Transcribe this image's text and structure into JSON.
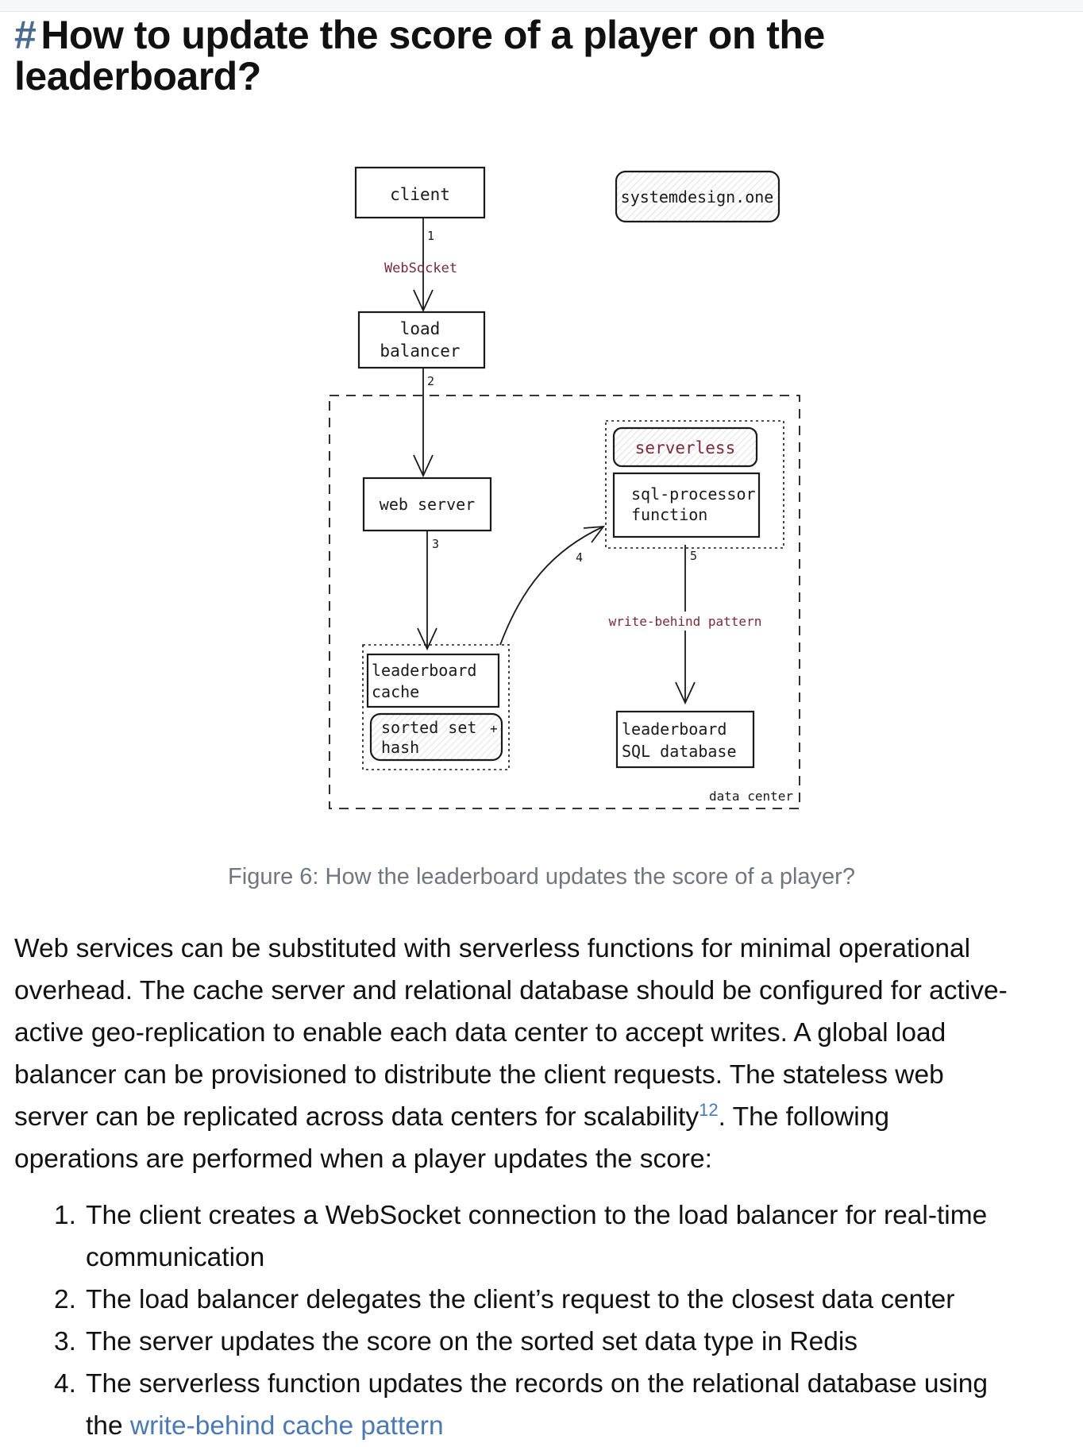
{
  "heading": {
    "hash": "#",
    "title_line1": "How to update the score of a player on the",
    "title_line2": "leaderboard?"
  },
  "diagram": {
    "client": "client",
    "websocket": "WebSocket",
    "load_balancer_1": "load",
    "load_balancer_2": "balancer",
    "web_server": "web server",
    "cache_1": "leaderboard",
    "cache_2": "cache",
    "sorted_set_1": "sorted set",
    "sorted_set_plus": "+",
    "sorted_set_2": "hash",
    "brand": "systemdesign.one",
    "serverless": "serverless",
    "sql_processor_1": "sql-processor",
    "sql_processor_2": "function",
    "write_behind": "write-behind pattern",
    "database_1": "leaderboard",
    "database_2": "SQL database",
    "data_center": "data center",
    "step_1": "1",
    "step_2": "2",
    "step_3": "3",
    "step_4": "4",
    "step_5": "5"
  },
  "caption": "Figure 6: How the leaderboard updates the score of a player?",
  "paragraph": {
    "line1": "Web services can be substituted with serverless functions for minimal operational",
    "line2": "overhead. The cache server and relational database should be configured for active-",
    "line3": "active geo-replication to enable each data center to accept writes. A global load",
    "line4": "balancer can be provisioned to distribute the client requests. The stateless web",
    "line5_pre": "server can be replicated across data centers for scalability",
    "line5_sup": "12",
    "line5_post": ". The following",
    "line6": "operations are performed when a player updates the score:"
  },
  "steps": [
    {
      "num": "1.",
      "line1": "The client creates a WebSocket connection to the load balancer for real-time",
      "line2": "communication"
    },
    {
      "num": "2.",
      "line1": "The load balancer delegates the client’s request to the closest data center"
    },
    {
      "num": "3.",
      "line1": "The server updates the score on the sorted set data type in Redis"
    },
    {
      "num": "4.",
      "line1": "The serverless function updates the records on the relational database using",
      "line2_pre": "the ",
      "line2_link": "write-behind cache pattern"
    }
  ]
}
